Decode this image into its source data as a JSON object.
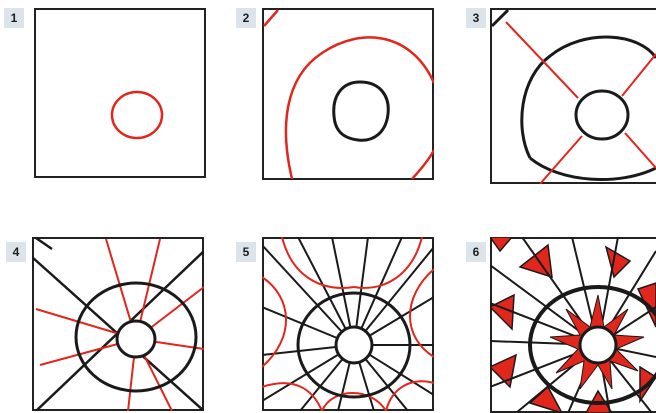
{
  "steps": [
    {
      "number": "1"
    },
    {
      "number": "2"
    },
    {
      "number": "3"
    },
    {
      "number": "4"
    },
    {
      "number": "5"
    },
    {
      "number": "6"
    }
  ],
  "colors": {
    "ink": "#1a1a1a",
    "accent": "#e1261c",
    "badge_bg": "#dce3ea"
  }
}
